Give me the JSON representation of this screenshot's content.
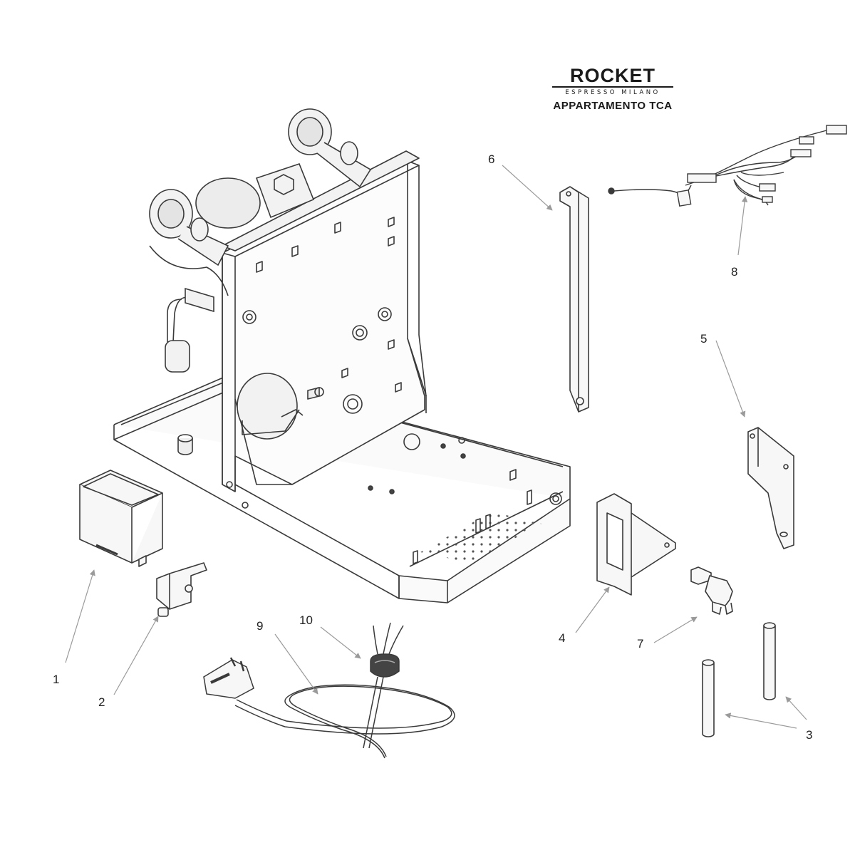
{
  "brand": {
    "name": "ROCKET",
    "tagline": "ESPRESSO MILANO",
    "model": "APPARTAMENTO TCA"
  },
  "callouts": [
    {
      "id": "1",
      "label": "1"
    },
    {
      "id": "2",
      "label": "2"
    },
    {
      "id": "3",
      "label": "3"
    },
    {
      "id": "4",
      "label": "4"
    },
    {
      "id": "5",
      "label": "5"
    },
    {
      "id": "6",
      "label": "6"
    },
    {
      "id": "7",
      "label": "7"
    },
    {
      "id": "8",
      "label": "8"
    },
    {
      "id": "9",
      "label": "9"
    },
    {
      "id": "10",
      "label": "10"
    }
  ],
  "colors": {
    "line": "#3a3a3a",
    "leader": "#9a9a9a",
    "part_fill": "#f4f4f4"
  }
}
